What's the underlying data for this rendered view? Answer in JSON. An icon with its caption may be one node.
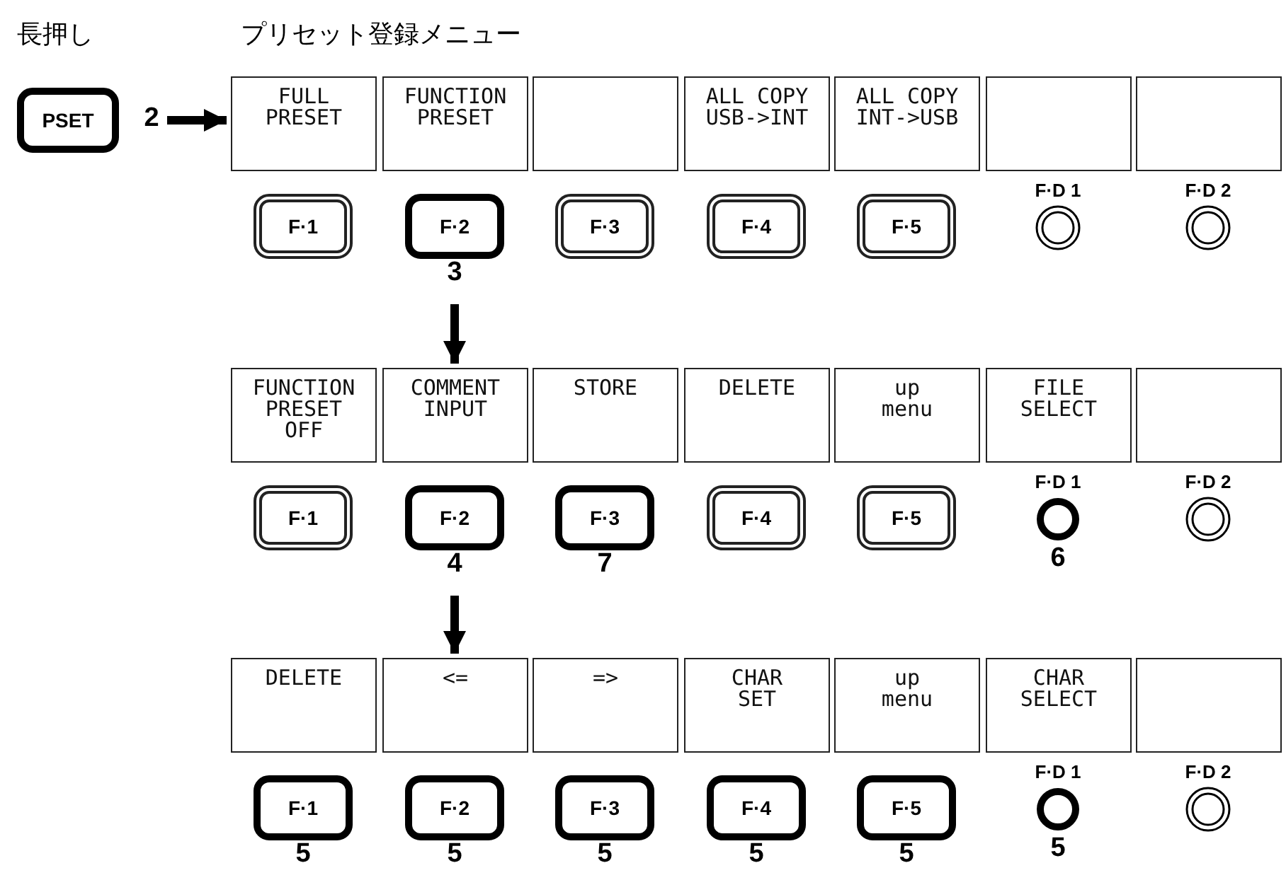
{
  "diagram": {
    "nodes": [
      {
        "text": [
          "PSET"
        ],
        "beside": [
          "2"
        ]
      },
      {
        "text": [
          "FULL PRESET"
        ]
      },
      {
        "text": [
          "FUNCTION PRESET"
        ]
      },
      {
        "text": [],
        "shape": "box"
      },
      {
        "text": [
          "ALL COPY USB->INT"
        ]
      },
      {
        "text": [
          "ALL COPY INT->USB"
        ]
      },
      {
        "text": [],
        "shape": "box"
      },
      {
        "text": [],
        "shape": "box"
      },
      {
        "text": [
          "F·1"
        ]
      },
      {
        "text": [
          "F·2"
        ],
        "beside": [
          "3"
        ]
      },
      {
        "text": [
          "F·3"
        ]
      },
      {
        "text": [
          "F·4"
        ]
      },
      {
        "text": [
          "F·5"
        ]
      },
      {
        "text": [
          "F·D 1"
        ]
      },
      {
        "text": [
          "F·D 2"
        ]
      },
      {
        "text": [
          "FUNCTION PRESET OFF"
        ]
      },
      {
        "text": [
          "COMMENT INPUT"
        ]
      },
      {
        "text": [
          "STORE"
        ]
      },
      {
        "text": [
          "DELETE"
        ]
      },
      {
        "text": [
          "up menu"
        ]
      },
      {
        "text": [
          "FILE SELECT"
        ]
      },
      {
        "text": [],
        "shape": "box"
      },
      {
        "text": [
          "F·1"
        ]
      },
      {
        "text": [
          "F·2"
        ],
        "beside": [
          "4"
        ]
      },
      {
        "text": [
          "F·3"
        ],
        "beside": [
          "7"
        ]
      },
      {
        "text": [
          "F·4"
        ]
      },
      {
        "text": [
          "F·5"
        ]
      },
      {
        "text": [
          "F·D 1"
        ],
        "beside": [
          "6"
        ]
      },
      {
        "text": [
          "F·D 2"
        ]
      },
      {
        "text": [
          "DELETE"
        ]
      },
      {
        "text": [
          "<="
        ]
      },
      {
        "text": [
          "=>"
        ]
      },
      {
        "text": [
          "CHAR SET"
        ]
      },
      {
        "text": [
          "up menu"
        ]
      },
      {
        "text": [
          "CHAR SELECT"
        ]
      },
      {
        "text": [],
        "shape": "box"
      },
      {
        "text": [
          "F·1"
        ],
        "beside": [
          "5"
        ]
      },
      {
        "text": [
          "F·2"
        ],
        "beside": [
          "5"
        ]
      },
      {
        "text": [
          "F·3"
        ],
        "beside": [
          "5"
        ]
      },
      {
        "text": [
          "F·4"
        ],
        "beside": [
          "5"
        ]
      },
      {
        "text": [
          "F·5"
        ],
        "beside": [
          "5"
        ]
      },
      {
        "text": [
          "F·D 1"
        ],
        "beside": [
          "5"
        ]
      },
      {
        "text": [
          "F·D 2"
        ]
      }
    ],
    "edges": [
      {
        "from": 0,
        "to": 1,
        "arrow": "to"
      },
      {
        "from": 9,
        "to": 16,
        "arrow": "to"
      },
      {
        "from": 23,
        "to": 30,
        "arrow": "to"
      }
    ],
    "labels": [
      "長押し",
      "プリセット登録メニュー"
    ]
  }
}
